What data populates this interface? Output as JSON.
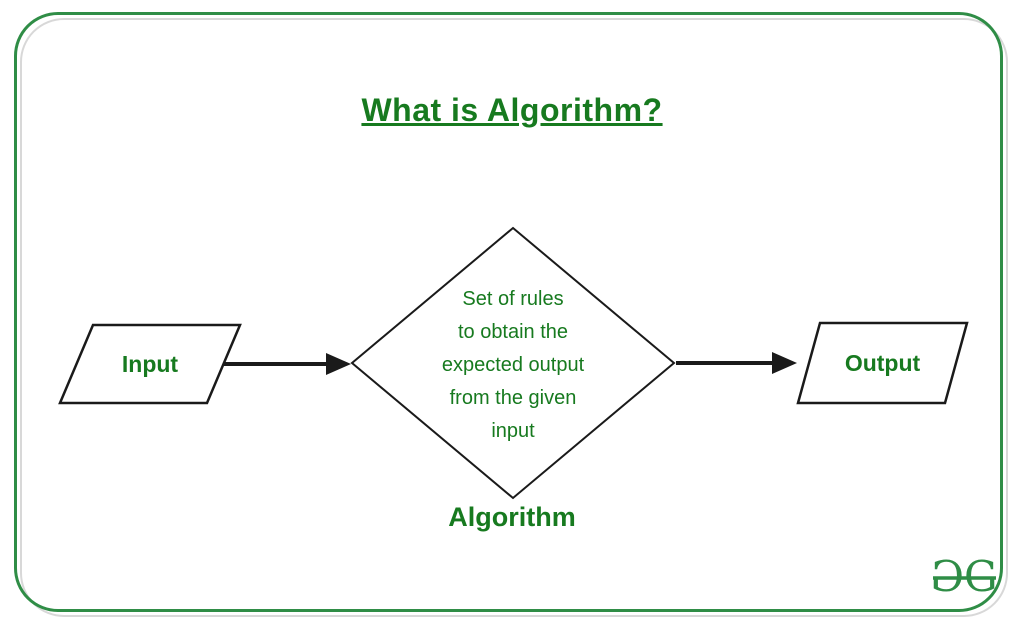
{
  "title": "What is Algorithm?",
  "flowchart": {
    "input_node": {
      "label": "Input",
      "shape": "parallelogram"
    },
    "algorithm_node": {
      "description": "Set of rules\nto obtain the\nexpected output\nfrom the given\ninput",
      "label": "Algorithm",
      "shape": "diamond"
    },
    "output_node": {
      "label": "Output",
      "shape": "parallelogram"
    }
  },
  "logo": {
    "glyphs": [
      "G",
      "G"
    ]
  },
  "colors": {
    "text_green": "#177a1f",
    "frame_green": "#2f8d46",
    "shape_stroke": "#1a1a1a",
    "shadow_gray": "#d8d8d8"
  }
}
